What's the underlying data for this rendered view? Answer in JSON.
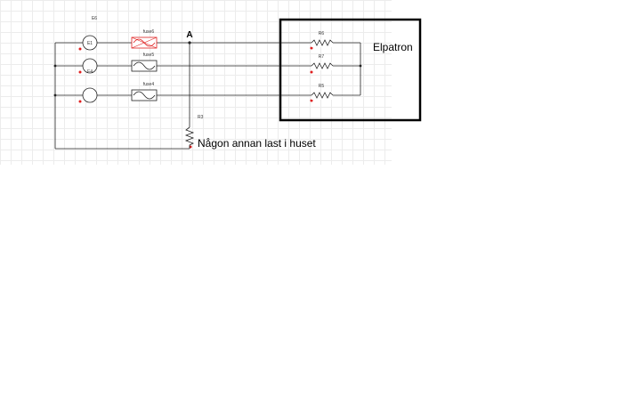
{
  "diagram": {
    "labels": {
      "source_group": "E6",
      "fuse_top": "fuse6",
      "fuse_mid": "fuse5",
      "fuse_bot": "fuse4",
      "node_a": "A",
      "r_load": "R3",
      "r_top": "R6",
      "r_mid": "R7",
      "r_bot": "R5",
      "box_title": "Elpatron",
      "annotation": "Någon annan last i huset",
      "src_top_symbol": "E1",
      "src_mid_symbol": "E4"
    },
    "colors": {
      "wire": "#222222",
      "marker": "#e02020",
      "fuse_blown": "#e02020"
    }
  }
}
